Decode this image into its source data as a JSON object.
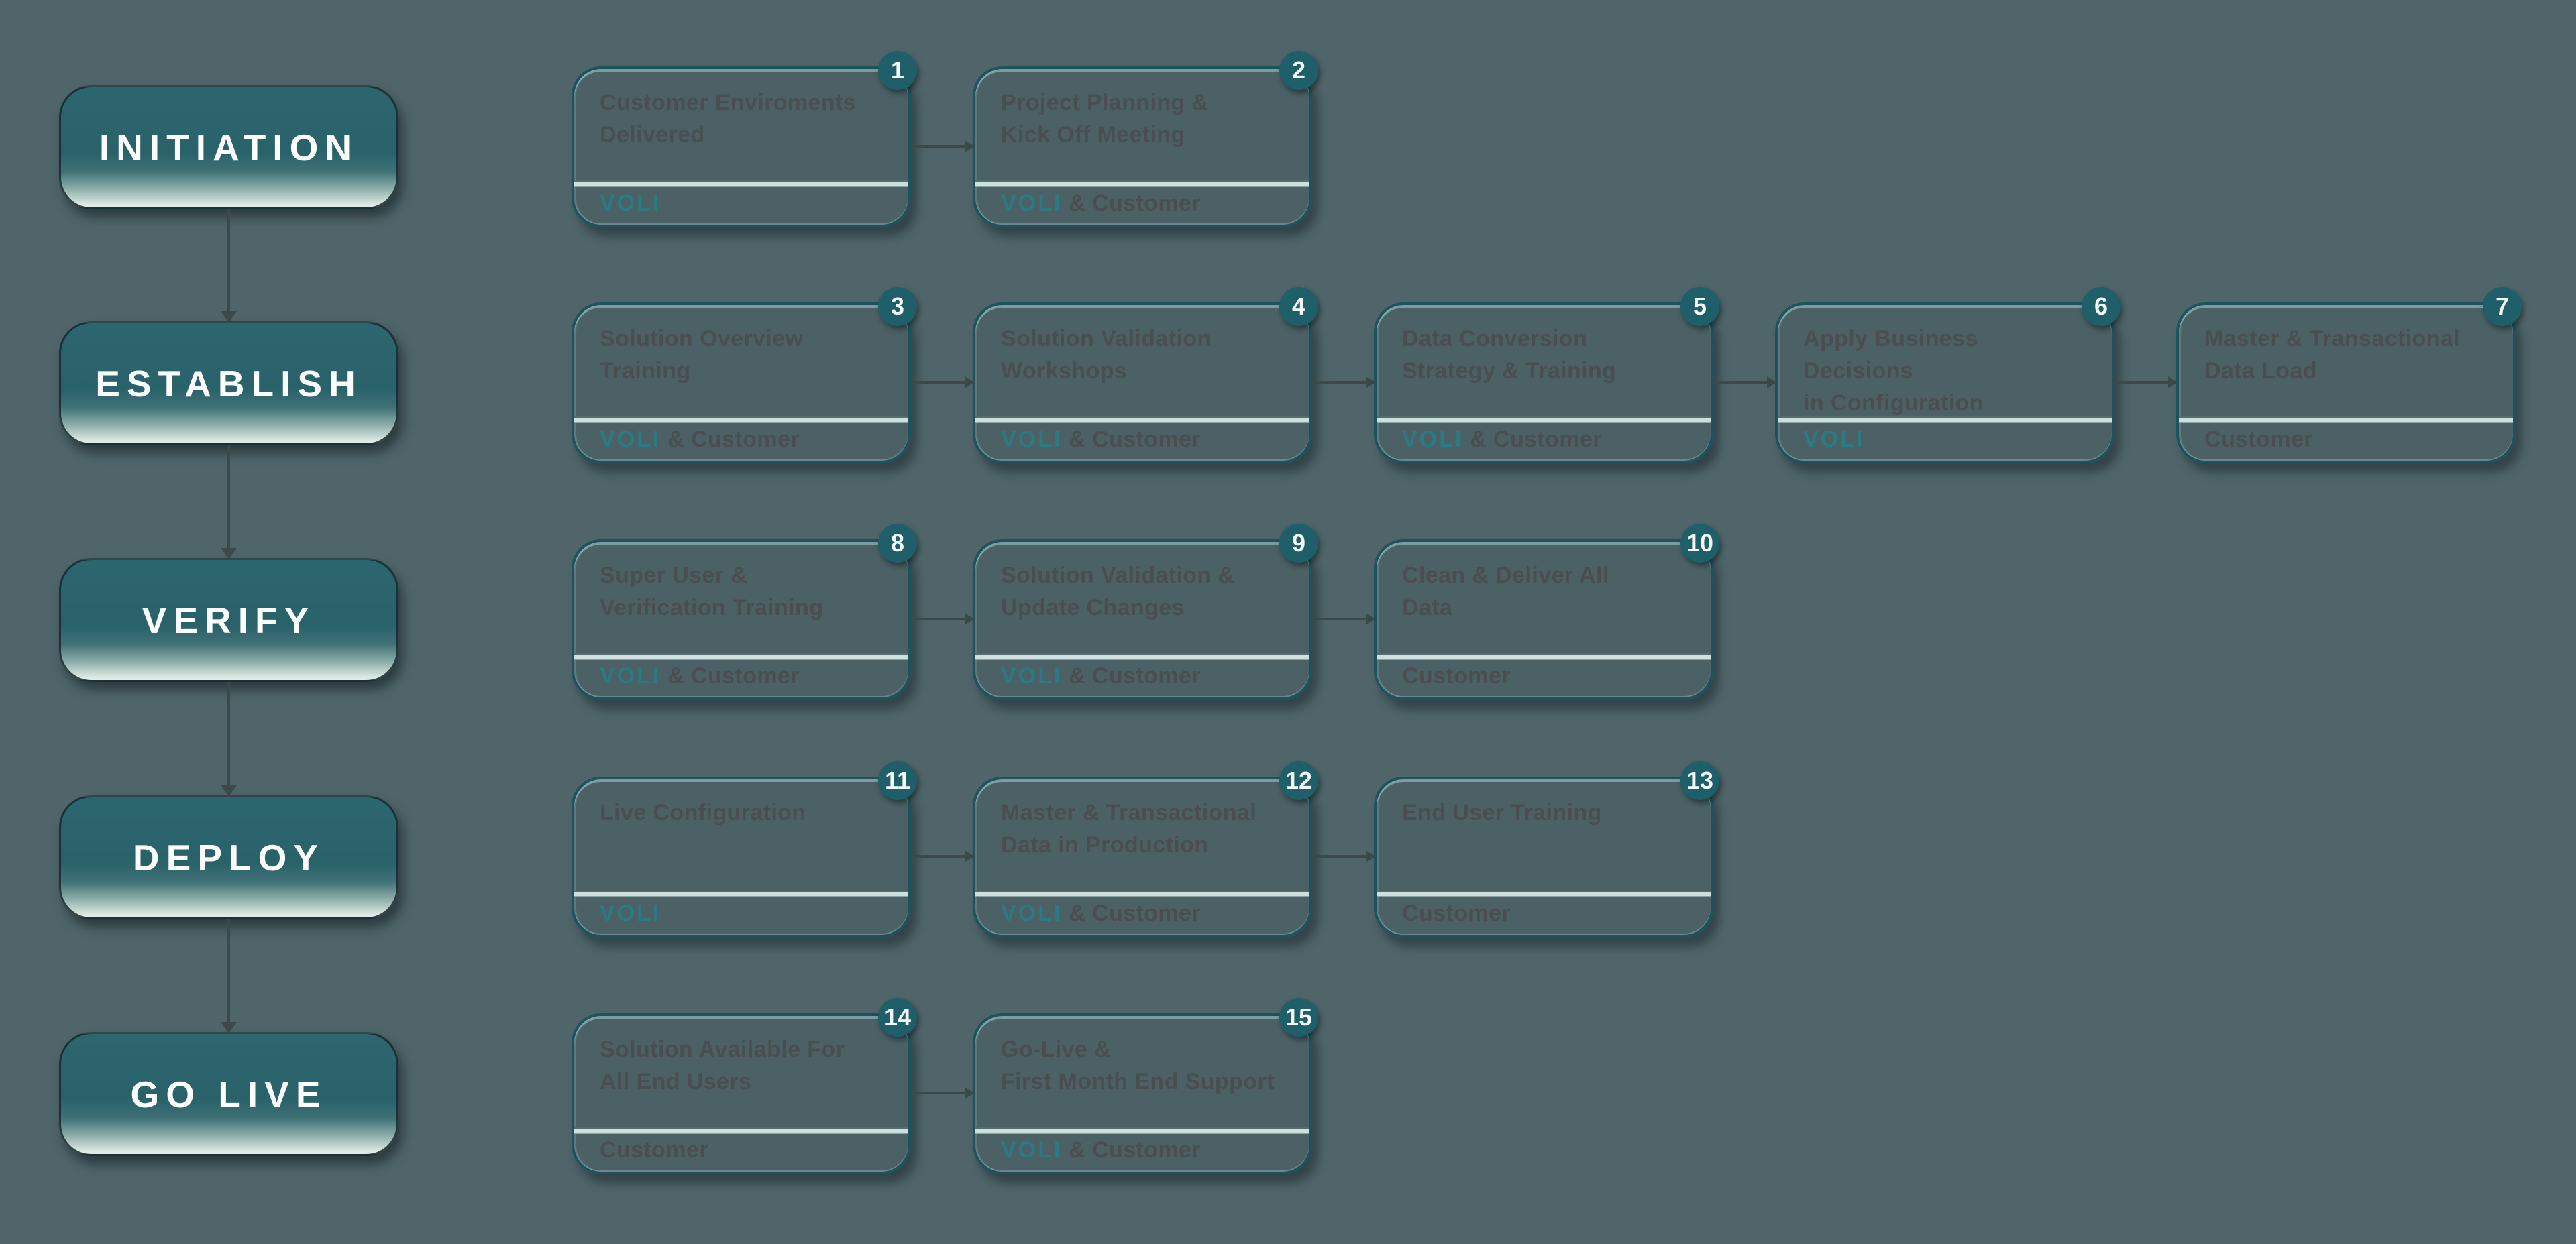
{
  "diagram": "implementation-process-flow",
  "colors": {
    "background": "#4f656a",
    "phase_button_teal": "#2b656d",
    "phase_button_fade": "#dce8e2",
    "card_border_teal": "#1d535c",
    "badge_teal": "#1e5f69",
    "divider_light": "#cde0df",
    "connector_dark": "#3d4849",
    "voli_brand_teal": "#2a7b82",
    "text_dark": "#4a4e50",
    "text_white": "#fbfdfd"
  },
  "icons": {
    "arrow_down": "triangle-down",
    "arrow_right": "triangle-right"
  },
  "rows": [
    {
      "phase": "INITIATION",
      "cards": [
        {
          "number": "1",
          "title": "Customer Enviroments\nDelivered",
          "owner_voli": "VOLI",
          "owner_rest": ""
        },
        {
          "number": "2",
          "title": "Project Planning &\nKick Off Meeting",
          "owner_voli": "VOLI",
          "owner_rest": " & Customer"
        }
      ]
    },
    {
      "phase": "ESTABLISH",
      "cards": [
        {
          "number": "3",
          "title": "Solution Overview\nTraining",
          "owner_voli": "VOLI",
          "owner_rest": " & Customer"
        },
        {
          "number": "4",
          "title": "Solution Validation\nWorkshops",
          "owner_voli": "VOLI",
          "owner_rest": " & Customer"
        },
        {
          "number": "5",
          "title": "Data Conversion\nStrategy & Training",
          "owner_voli": "VOLI",
          "owner_rest": " & Customer"
        },
        {
          "number": "6",
          "title": "Apply Business Decisions\nin Configuration",
          "owner_voli": "VOLI",
          "owner_rest": ""
        },
        {
          "number": "7",
          "title": "Master & Transactional\nData Load",
          "owner_voli": "",
          "owner_rest": "Customer"
        }
      ]
    },
    {
      "phase": "VERIFY",
      "cards": [
        {
          "number": "8",
          "title": "Super User &\nVerification Training",
          "owner_voli": "VOLI",
          "owner_rest": " & Customer"
        },
        {
          "number": "9",
          "title": "Solution Validation &\nUpdate Changes",
          "owner_voli": "VOLI",
          "owner_rest": " & Customer"
        },
        {
          "number": "10",
          "title": "Clean & Deliver All\nData",
          "owner_voli": "",
          "owner_rest": "Customer"
        }
      ]
    },
    {
      "phase": "DEPLOY",
      "cards": [
        {
          "number": "11",
          "title": "Live Configuration",
          "owner_voli": "VOLI",
          "owner_rest": ""
        },
        {
          "number": "12",
          "title": "Master & Transactional\nData in Production",
          "owner_voli": "VOLI",
          "owner_rest": " & Customer"
        },
        {
          "number": "13",
          "title": "End User Training",
          "owner_voli": "",
          "owner_rest": "Customer"
        }
      ]
    },
    {
      "phase": "GO LIVE",
      "cards": [
        {
          "number": "14",
          "title": "Solution Available For\nAll End Users",
          "owner_voli": "",
          "owner_rest": "Customer"
        },
        {
          "number": "15",
          "title": "Go-Live &\nFirst Month End Support",
          "owner_voli": "VOLI",
          "owner_rest": " & Customer"
        }
      ]
    }
  ]
}
